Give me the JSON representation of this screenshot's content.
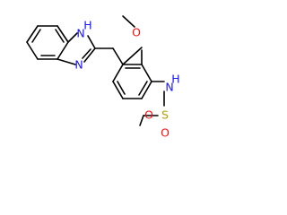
{
  "molecule": {
    "atom_labels": {
      "benzimidazole_nh_h": "H",
      "benzimidazole_nh_n": "N",
      "benzimidazole_n": "N",
      "methoxy_o": "O",
      "amide_n": "N",
      "amide_h": "H",
      "sulfur": "S",
      "sulfonyl_o_left": "O",
      "sulfonyl_o_bottom": "O"
    },
    "colors": {
      "bond": "#000000",
      "nitrogen": "#1515ff",
      "oxygen": "#ff0d0d",
      "sulfur": "#b8a000",
      "background": "#ffffff"
    }
  }
}
